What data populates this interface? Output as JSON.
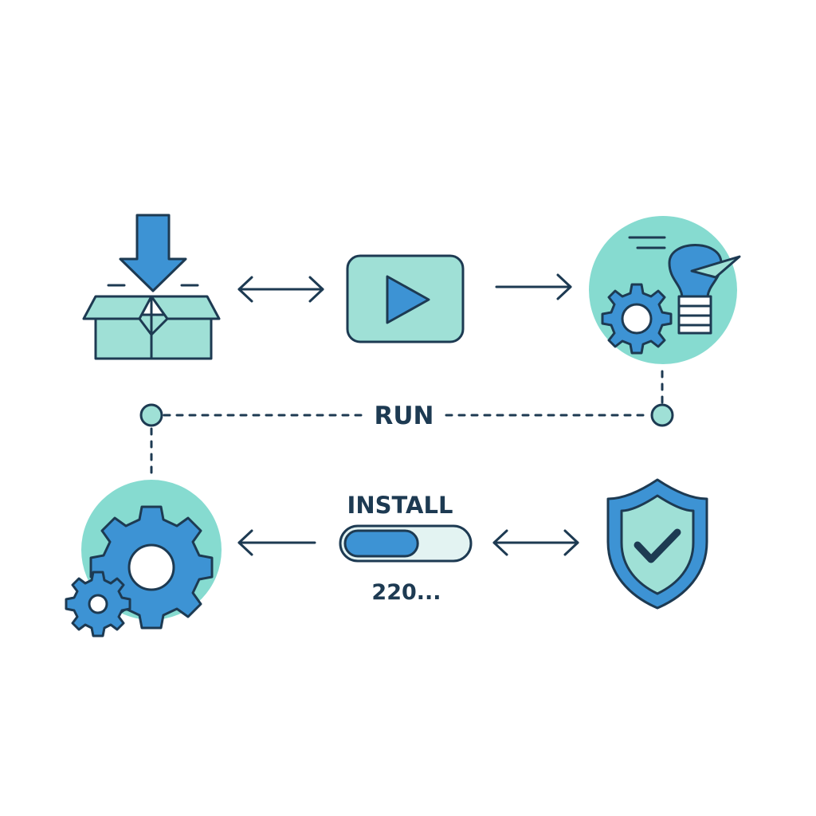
{
  "labels": {
    "run": "RUN",
    "install": "INSTALL",
    "progress_text": "220..."
  },
  "progress": {
    "fraction": 0.6
  },
  "icons": {
    "download": "download-box-icon",
    "play": "play-button-icon",
    "configure": "gear-bulb-icon",
    "settings": "gears-icon",
    "security": "shield-check-icon"
  },
  "colors": {
    "outline": "#1d3a52",
    "blue": "#3d93d4",
    "teal_fill": "#9fe0d6",
    "circle_bg": "#86dbd0",
    "bar_track": "#e3f3f2"
  }
}
